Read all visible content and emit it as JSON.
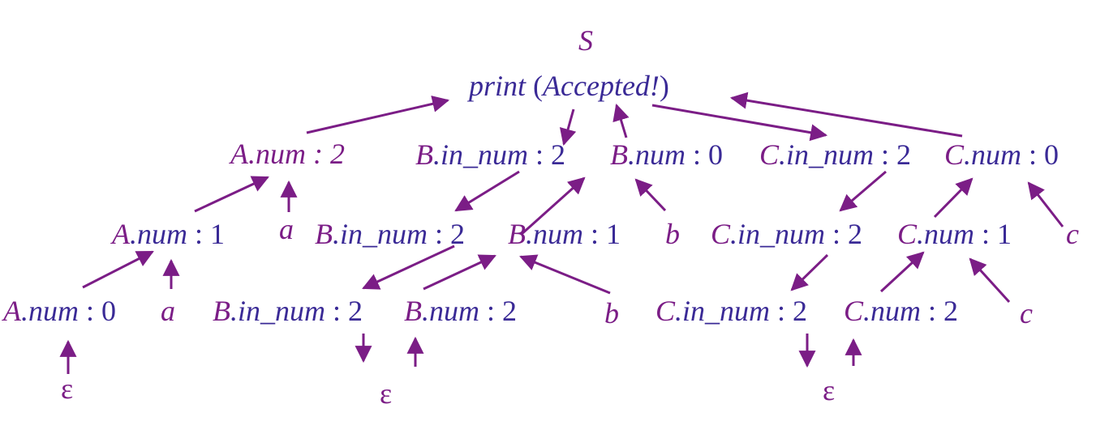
{
  "colors": {
    "attr": "#7b1d86",
    "text": "#3a2a96",
    "arrow": "#7b1d86"
  },
  "nodes": [
    {
      "id": "root",
      "parts": [
        {
          "t": "S",
          "s": "it",
          "c": "attr"
        }
      ]
    },
    {
      "id": "print",
      "parts": [
        {
          "t": "print",
          "s": "it",
          "c": "text"
        },
        {
          "t": " (",
          "s": "",
          "c": "text"
        },
        {
          "t": "Accepted!",
          "s": "it",
          "c": "text"
        },
        {
          "t": ")",
          "s": "",
          "c": "text"
        }
      ]
    },
    {
      "id": "A2",
      "parts": [
        {
          "t": "A",
          "s": "it",
          "c": "attr"
        },
        {
          "t": ".num : 2",
          "s": "it",
          "c": "attr"
        }
      ]
    },
    {
      "id": "Bin1",
      "parts": [
        {
          "t": "B",
          "s": "it",
          "c": "attr"
        },
        {
          "t": ".in_num",
          "s": "it",
          "c": "text"
        },
        {
          "t": " : 2",
          "s": "",
          "c": "text"
        }
      ]
    },
    {
      "id": "Bnum0",
      "parts": [
        {
          "t": "B",
          "s": "it",
          "c": "attr"
        },
        {
          "t": ".num",
          "s": "it",
          "c": "text"
        },
        {
          "t": " : 0",
          "s": "",
          "c": "text"
        }
      ]
    },
    {
      "id": "Cin1",
      "parts": [
        {
          "t": "C",
          "s": "it",
          "c": "attr"
        },
        {
          "t": ".in_num",
          "s": "it",
          "c": "text"
        },
        {
          "t": " : 2",
          "s": "",
          "c": "text"
        }
      ]
    },
    {
      "id": "Cnum0",
      "parts": [
        {
          "t": "C",
          "s": "it",
          "c": "attr"
        },
        {
          "t": ".num",
          "s": "it",
          "c": "text"
        },
        {
          "t": " : 0",
          "s": "",
          "c": "text"
        }
      ]
    },
    {
      "id": "A1",
      "parts": [
        {
          "t": "A",
          "s": "it",
          "c": "attr"
        },
        {
          "t": ".num",
          "s": "it",
          "c": "text"
        },
        {
          "t": " : 1",
          "s": "",
          "c": "text"
        }
      ]
    },
    {
      "id": "a1",
      "parts": [
        {
          "t": "a",
          "s": "it",
          "c": "attr"
        }
      ]
    },
    {
      "id": "Bin2",
      "parts": [
        {
          "t": "B",
          "s": "it",
          "c": "attr"
        },
        {
          "t": ".in_num",
          "s": "it",
          "c": "text"
        },
        {
          "t": " : 2",
          "s": "",
          "c": "text"
        }
      ]
    },
    {
      "id": "Bnum1",
      "parts": [
        {
          "t": "B",
          "s": "it",
          "c": "attr"
        },
        {
          "t": ".num",
          "s": "it",
          "c": "text"
        },
        {
          "t": " : 1",
          "s": "",
          "c": "text"
        }
      ]
    },
    {
      "id": "b1",
      "parts": [
        {
          "t": "b",
          "s": "it",
          "c": "attr"
        }
      ]
    },
    {
      "id": "Cin2",
      "parts": [
        {
          "t": "C",
          "s": "it",
          "c": "attr"
        },
        {
          "t": ".in_num",
          "s": "it",
          "c": "text"
        },
        {
          "t": " : 2",
          "s": "",
          "c": "text"
        }
      ]
    },
    {
      "id": "Cnum1",
      "parts": [
        {
          "t": "C",
          "s": "it",
          "c": "attr"
        },
        {
          "t": ".num",
          "s": "it",
          "c": "text"
        },
        {
          "t": " : 1",
          "s": "",
          "c": "text"
        }
      ]
    },
    {
      "id": "c1",
      "parts": [
        {
          "t": "c",
          "s": "it",
          "c": "attr"
        }
      ]
    },
    {
      "id": "A0",
      "parts": [
        {
          "t": "A",
          "s": "it",
          "c": "attr"
        },
        {
          "t": ".num",
          "s": "it",
          "c": "text"
        },
        {
          "t": " : 0",
          "s": "",
          "c": "text"
        }
      ]
    },
    {
      "id": "a2",
      "parts": [
        {
          "t": "a",
          "s": "it",
          "c": "attr"
        }
      ]
    },
    {
      "id": "Bin3",
      "parts": [
        {
          "t": "B",
          "s": "it",
          "c": "attr"
        },
        {
          "t": ".in_num",
          "s": "it",
          "c": "text"
        },
        {
          "t": " : 2",
          "s": "",
          "c": "text"
        }
      ]
    },
    {
      "id": "Bnum2",
      "parts": [
        {
          "t": "B",
          "s": "it",
          "c": "attr"
        },
        {
          "t": ".num",
          "s": "it",
          "c": "text"
        },
        {
          "t": " : 2",
          "s": "",
          "c": "text"
        }
      ]
    },
    {
      "id": "b2",
      "parts": [
        {
          "t": "b",
          "s": "it",
          "c": "attr"
        }
      ]
    },
    {
      "id": "Cin3",
      "parts": [
        {
          "t": "C",
          "s": "it",
          "c": "attr"
        },
        {
          "t": ".in_num",
          "s": "it",
          "c": "text"
        },
        {
          "t": " : 2",
          "s": "",
          "c": "text"
        }
      ]
    },
    {
      "id": "Cnum2",
      "parts": [
        {
          "t": "C",
          "s": "it",
          "c": "attr"
        },
        {
          "t": ".num",
          "s": "it",
          "c": "text"
        },
        {
          "t": " : 2",
          "s": "",
          "c": "text"
        }
      ]
    },
    {
      "id": "c2",
      "parts": [
        {
          "t": "c",
          "s": "it",
          "c": "attr"
        }
      ]
    },
    {
      "id": "epsA",
      "parts": [
        {
          "t": "ε",
          "s": "",
          "c": "attr"
        }
      ]
    },
    {
      "id": "epsB",
      "parts": [
        {
          "t": "ε",
          "s": "",
          "c": "attr"
        }
      ]
    },
    {
      "id": "epsC",
      "parts": [
        {
          "t": "ε",
          "s": "",
          "c": "attr"
        }
      ]
    }
  ],
  "edges": [
    {
      "from": "A2",
      "to": "print"
    },
    {
      "from": "print",
      "to": "Bin1"
    },
    {
      "from": "Bnum0",
      "to": "print"
    },
    {
      "from": "print",
      "to": "Cin1"
    },
    {
      "from": "Cnum0",
      "to": "print"
    },
    {
      "from": "A1",
      "to": "A2"
    },
    {
      "from": "a1",
      "to": "A2"
    },
    {
      "from": "Bin1",
      "to": "Bin2"
    },
    {
      "from": "Bnum1",
      "to": "Bnum0"
    },
    {
      "from": "b1",
      "to": "Bnum0"
    },
    {
      "from": "Cin1",
      "to": "Cin2"
    },
    {
      "from": "Cnum1",
      "to": "Cnum0"
    },
    {
      "from": "c1",
      "to": "Cnum0"
    },
    {
      "from": "A0",
      "to": "A1"
    },
    {
      "from": "a2",
      "to": "A1"
    },
    {
      "from": "Bin2",
      "to": "Bin3"
    },
    {
      "from": "Bnum2",
      "to": "Bnum1"
    },
    {
      "from": "b2",
      "to": "Bnum1"
    },
    {
      "from": "Cin2",
      "to": "Cin3"
    },
    {
      "from": "Cnum2",
      "to": "Cnum1"
    },
    {
      "from": "c2",
      "to": "Cnum1"
    },
    {
      "from": "epsA",
      "to": "A0"
    },
    {
      "from": "Bin3",
      "to": "epsB"
    },
    {
      "from": "epsB",
      "to": "Bnum2"
    },
    {
      "from": "Cin3",
      "to": "epsC"
    },
    {
      "from": "epsC",
      "to": "Cnum2"
    }
  ]
}
